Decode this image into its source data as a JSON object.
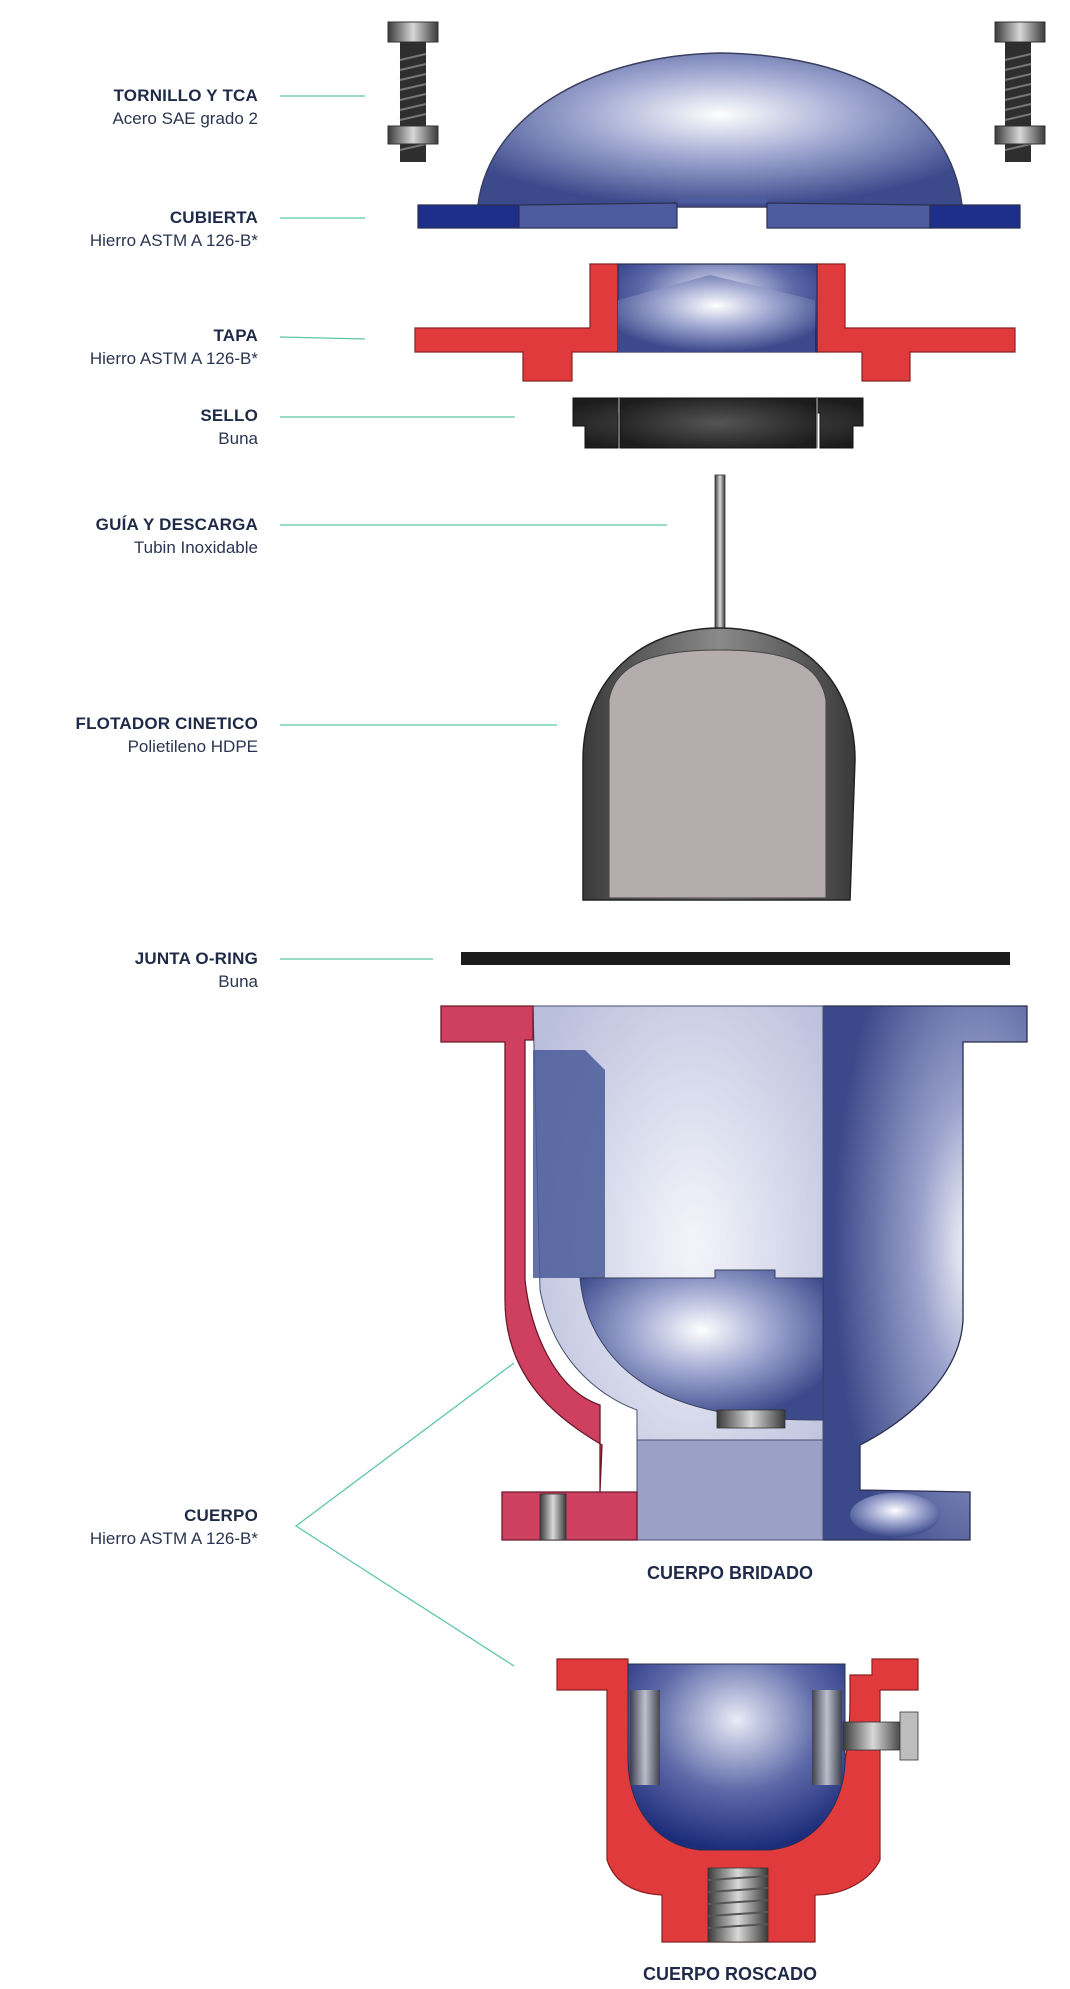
{
  "parts": [
    {
      "id": "tornillo",
      "name": "TORNILLO Y TCA",
      "material": "Acero SAE grado 2"
    },
    {
      "id": "cubierta",
      "name": "CUBIERTA",
      "material": "Hierro ASTM A 126-B*"
    },
    {
      "id": "tapa",
      "name": "TAPA",
      "material": "Hierro ASTM A 126-B*"
    },
    {
      "id": "sello",
      "name": "SELLO",
      "material": "Buna"
    },
    {
      "id": "guia",
      "name": "GUÍA Y DESCARGA",
      "material": "Tubin Inoxidable"
    },
    {
      "id": "flotador",
      "name": "FLOTADOR CINETICO",
      "material": "Polietileno HDPE"
    },
    {
      "id": "junta",
      "name": "JUNTA O-RING",
      "material": "Buna"
    },
    {
      "id": "cuerpo",
      "name": "CUERPO",
      "material": "Hierro ASTM A 126-B*"
    }
  ],
  "captions": {
    "bridado": "CUERPO BRIDADO",
    "roscado": "CUERPO ROSCADO"
  },
  "colors": {
    "leader": "#5cc7a8",
    "iron_blue": "#4a5a99",
    "section_red": "#e03a3c",
    "section_pink": "#cf4060",
    "rubber": "#2a2a2a",
    "float_body": "#b5adad"
  }
}
